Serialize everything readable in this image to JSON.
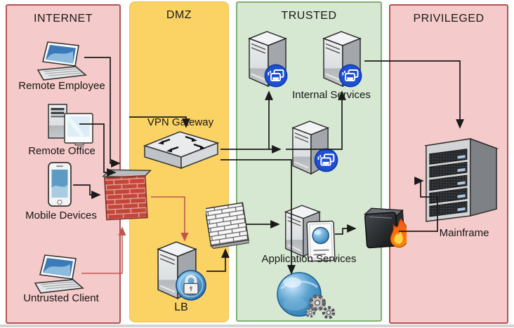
{
  "zones": {
    "internet": {
      "label": "INTERNET"
    },
    "dmz": {
      "label": "DMZ"
    },
    "trusted": {
      "label": "TRUSTED"
    },
    "privileged": {
      "label": "PRIVILEGED"
    }
  },
  "nodes": {
    "remote_employee": {
      "label": "Remote Employee"
    },
    "remote_office": {
      "label": "Remote Office"
    },
    "mobile_devices": {
      "label": "Mobile Devices"
    },
    "untrusted_client": {
      "label": "Untrusted Client"
    },
    "vpn_gateway": {
      "label": "VPN Gateway"
    },
    "load_balancer": {
      "label": "LB"
    },
    "internal_services": {
      "label": "Internal Services"
    },
    "application_services": {
      "label": "Application Services"
    },
    "mainframe": {
      "label": "Mainframe"
    }
  },
  "icons": {
    "laptop-icon": "3d-laptop shape",
    "office-workstation-icon": "tower-server with monitor",
    "smartphone-icon": "rounded phone shape",
    "brick-firewall-icon": "red brick wall with cap",
    "white-brick-firewall-icon": "white brick wall",
    "flame-firewall-icon": "black appliance with flame",
    "network-switch-icon": "flat 3d switch with arrows",
    "server-tower-icon": "3d server tower",
    "terminal-services-badge-icon": "blue circle with windows",
    "lock-badge-icon": "blue circle with padlock",
    "app-panel-icon": "white card with blue orb",
    "web-services-globe-icon": "blue globe with gears",
    "mainframe-rack-icon": "3d rack with 5 units"
  },
  "colors": {
    "zone_red_fill": "#f5caca",
    "zone_red_border": "#b2544e",
    "zone_yellow_fill": "#fbd264",
    "zone_green_fill": "#d7e8d2",
    "zone_green_border": "#7fae71",
    "arrow_black": "#1a1a1a",
    "arrow_red": "#c0564f",
    "firewall_brick_red": "#c4453a",
    "badge_blue": "#1e4fd4"
  }
}
